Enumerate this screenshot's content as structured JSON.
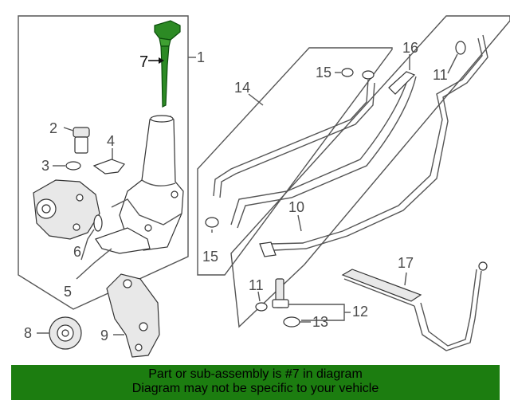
{
  "callouts": {
    "c1": "1",
    "c2": "2",
    "c3": "3",
    "c4": "4",
    "c5": "5",
    "c6": "6",
    "c7": "7",
    "c8": "8",
    "c9": "9",
    "c10": "10",
    "c11a": "11",
    "c11b": "11",
    "c12": "12",
    "c13": "13",
    "c14": "14",
    "c15a": "15",
    "c15b": "15",
    "c16": "16",
    "c17": "17"
  },
  "highlight": {
    "part_number": "7",
    "color": "#1c7d10"
  },
  "banner": {
    "line1": "Part or sub-assembly is #7 in diagram",
    "line2": "Diagram may not be specific to your vehicle"
  }
}
